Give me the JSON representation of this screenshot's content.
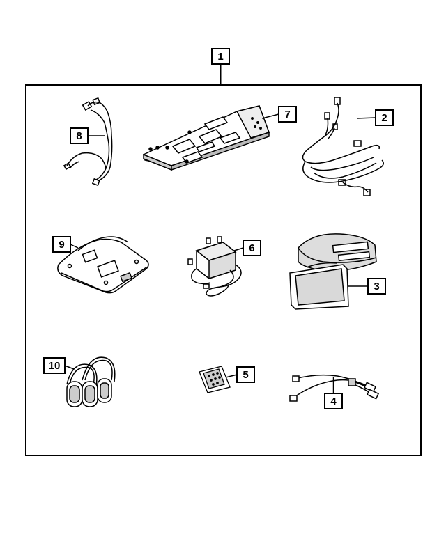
{
  "callouts": {
    "c1": "1",
    "c2": "2",
    "c3": "3",
    "c4": "4",
    "c5": "5",
    "c6": "6",
    "c7": "7",
    "c8": "8",
    "c9": "9",
    "c10": "10"
  },
  "colors": {
    "stroke": "#000000",
    "fill": "#ffffff",
    "shade": "#d9d9d9"
  }
}
